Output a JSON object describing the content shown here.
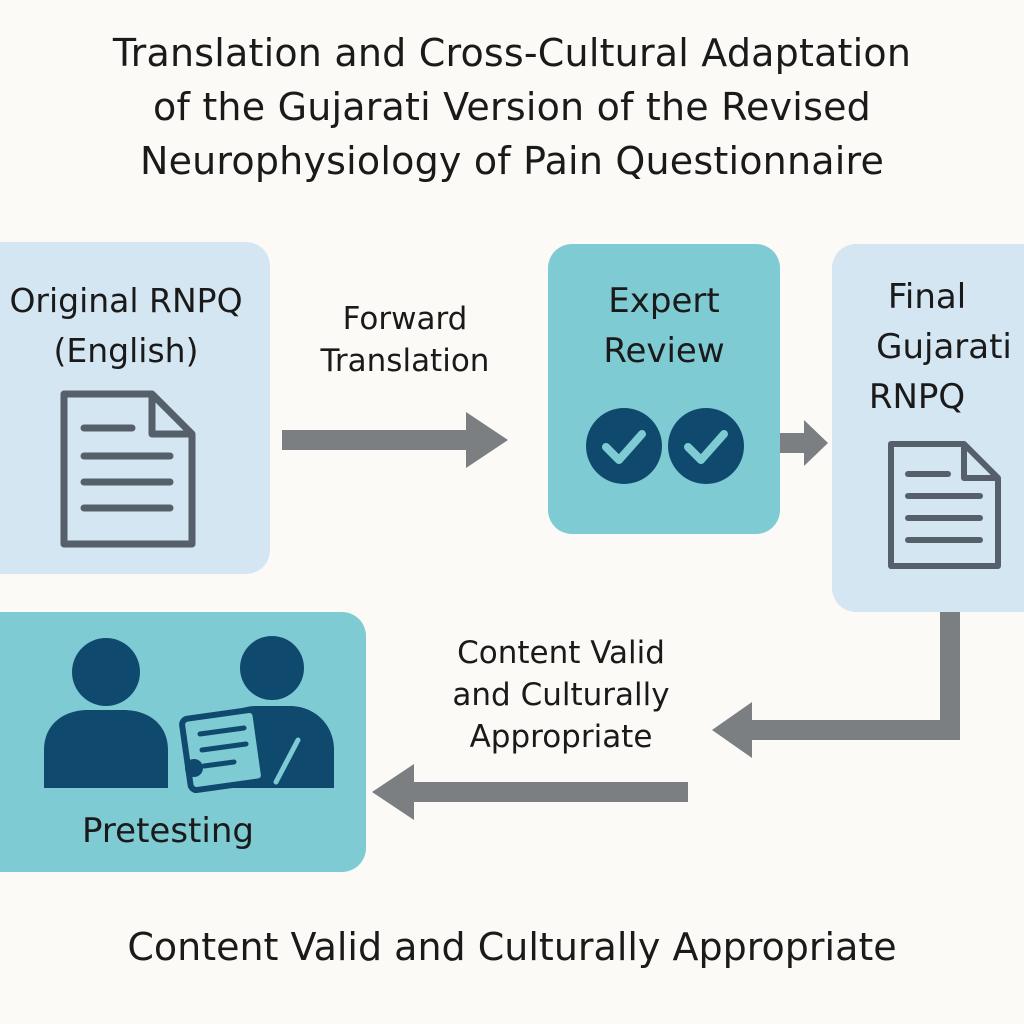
{
  "title": {
    "line1": "Translation and Cross-Cultural Adaptation",
    "line2": "of the Gujarati Version of the Revised",
    "line3": "Neurophysiology of Pain Questionnaire"
  },
  "nodes": {
    "original": {
      "line1": "Original RNPQ",
      "line2": "(English)",
      "icon": "document-icon"
    },
    "expert": {
      "line1": "Expert",
      "line2": "Review",
      "icon": "check-circle-icon"
    },
    "final": {
      "line1": "Final",
      "line2": "Gujarati",
      "line3": "RNPQ",
      "icon": "document-icon"
    },
    "pretesting": {
      "label": "Pretesting",
      "icon": "people-reviewing-icon"
    }
  },
  "edges": {
    "forward": {
      "line1": "Forward",
      "line2": "Translation"
    },
    "return": {
      "line1": "Content Valid",
      "line2": "and Culturally",
      "line3": "Appropriate"
    }
  },
  "footer": {
    "text": "Content Valid and Culturally Appropriate"
  },
  "colors": {
    "light_box": "#d4e6f2",
    "teal_box": "#7fcbd4",
    "icon_dark": "#0f4a6e",
    "icon_gray": "#55606a",
    "arrow_gray": "#7b7f82",
    "background": "#fbfaf6"
  }
}
